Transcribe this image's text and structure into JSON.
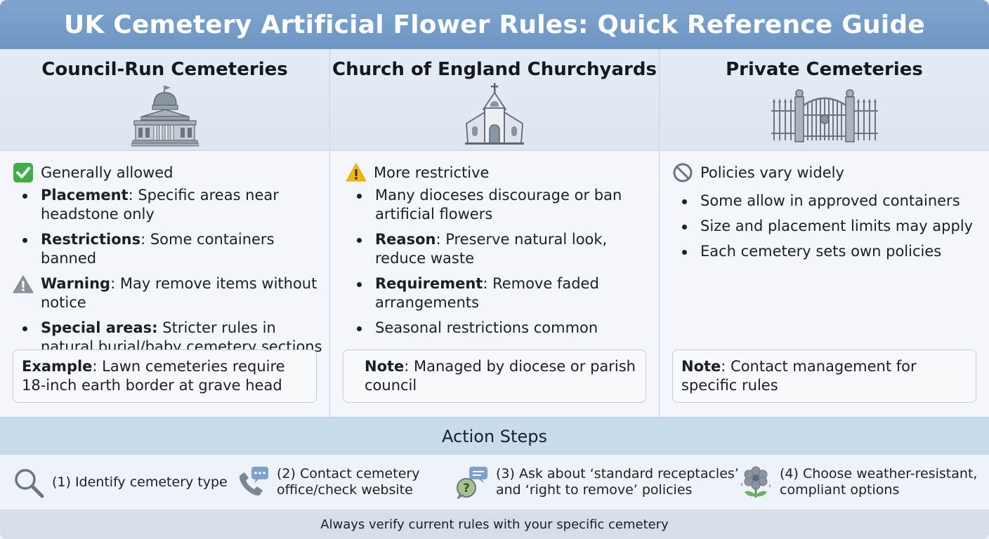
{
  "title": "UK Cemetery Artificial Flower Rules: Quick Reference Guide",
  "columns": [
    {
      "heading": "Council-Run Cemeteries",
      "icon": "council-building-icon",
      "status": "Generally allowed",
      "items": [
        {
          "bold": "Placement",
          "text": ": Specific areas near headstone only"
        },
        {
          "bold": "Restrictions",
          "text": ": Some containers banned"
        },
        {
          "bold": "Warning",
          "text": ": May remove items without notice"
        },
        {
          "bold": "Special areas:",
          "text": " Stricter rules in natural burial/baby cemetery sections"
        }
      ],
      "note_bold": "Example",
      "note_text": ": Lawn cemeteries require 18-inch earth border at grave head"
    },
    {
      "heading": "Church of England Churchyards",
      "icon": "church-icon",
      "status": "More restrictive",
      "items": [
        {
          "bold": "",
          "text": "Many dioceses discourage or ban artificial flowers"
        },
        {
          "bold": "Reason",
          "text": ": Preserve natural look, reduce waste"
        },
        {
          "bold": "Requirement",
          "text": ": Remove faded arrangements"
        },
        {
          "bold": "",
          "text": "Seasonal restrictions common"
        }
      ],
      "note_bold": "Note",
      "note_text": ": Managed by diocese or parish council"
    },
    {
      "heading": "Private Cemeteries",
      "icon": "gate-icon",
      "status": "Policies vary widely",
      "items": [
        {
          "bold": "",
          "text": "Some allow in approved containers"
        },
        {
          "bold": "",
          "text": "Size and placement limits may apply"
        },
        {
          "bold": "",
          "text": "Each cemetery sets own policies"
        }
      ],
      "note_bold": "Note",
      "note_text": ": Contact management for specific rules"
    }
  ],
  "actions": {
    "heading": "Action Steps",
    "steps": [
      {
        "icon": "magnifier-icon",
        "line1": "(1) Identify cemetery type",
        "line2": ""
      },
      {
        "icon": "phone-chat-icon",
        "line1": "(2) Contact cemetery",
        "line2": "office/check website"
      },
      {
        "icon": "question-chat-icon",
        "line1": "(3) Ask about ‘standard receptacles’",
        "line2": "and ‘right to remove’ policies"
      },
      {
        "icon": "flower-icon",
        "line1": "(4) Choose weather-resistant,",
        "line2": "compliant options"
      }
    ]
  },
  "footer": "Always verify current rules with your specific cemetery",
  "colors": {
    "title_bg": "#7199c6",
    "allowed_green": "#3fae49",
    "warning_yellow": "#f5b800",
    "warning_grey": "#8d949c",
    "prohibit_grey": "#6b7480",
    "icon_grey": "#7c8794"
  }
}
